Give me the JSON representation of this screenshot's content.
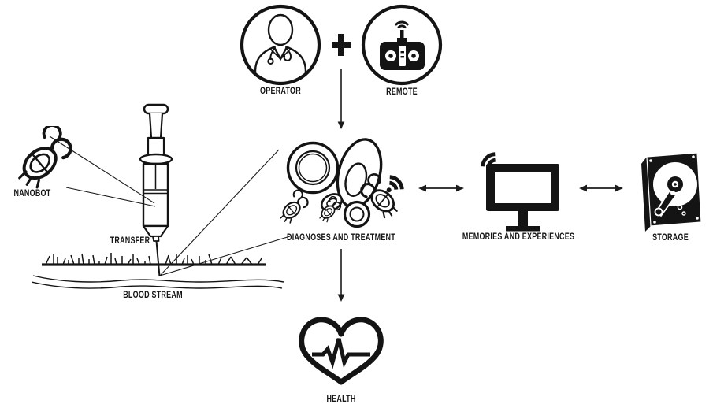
{
  "diagram": {
    "colors": {
      "ink": "#141414",
      "background": "#ffffff"
    },
    "nodes": {
      "operator": {
        "label": "OPERATOR",
        "icon": "doctor-operator-icon"
      },
      "plus": {
        "icon": "plus-icon"
      },
      "remote": {
        "label": "REMOTE",
        "icon": "remote-control-icon"
      },
      "nanobot": {
        "label": "NANOBOT",
        "icon": "nanobot-icon"
      },
      "transfer": {
        "label": "TRANSFER",
        "icon": "syringe-icon"
      },
      "blood_stream": {
        "label": "BLOOD STREAM",
        "icon": "skin-blood-vessel-icon"
      },
      "diagnoses": {
        "label": "DIAGNOSES AND TREATMENT",
        "icon": "blood-cells-nanobots-wifi-icon"
      },
      "memories": {
        "label": "MEMORIES AND EXPERIENCES",
        "icon": "monitor-wifi-icon"
      },
      "storage": {
        "label": "STORAGE",
        "icon": "hard-drive-icon"
      },
      "health": {
        "label": "HEALTH",
        "icon": "heart-pulse-icon"
      }
    },
    "connections": [
      {
        "from": "operator-plus-remote",
        "to": "diagnoses",
        "type": "arrow-down"
      },
      {
        "from": "diagnoses",
        "to": "memories",
        "type": "double-arrow"
      },
      {
        "from": "memories",
        "to": "storage",
        "type": "double-arrow"
      },
      {
        "from": "diagnoses",
        "to": "health",
        "type": "arrow-down"
      },
      {
        "from": "nanobot",
        "to": "transfer",
        "type": "leader-lines"
      },
      {
        "from": "transfer-needle",
        "to": "diagnoses",
        "type": "leader-lines"
      }
    ]
  }
}
